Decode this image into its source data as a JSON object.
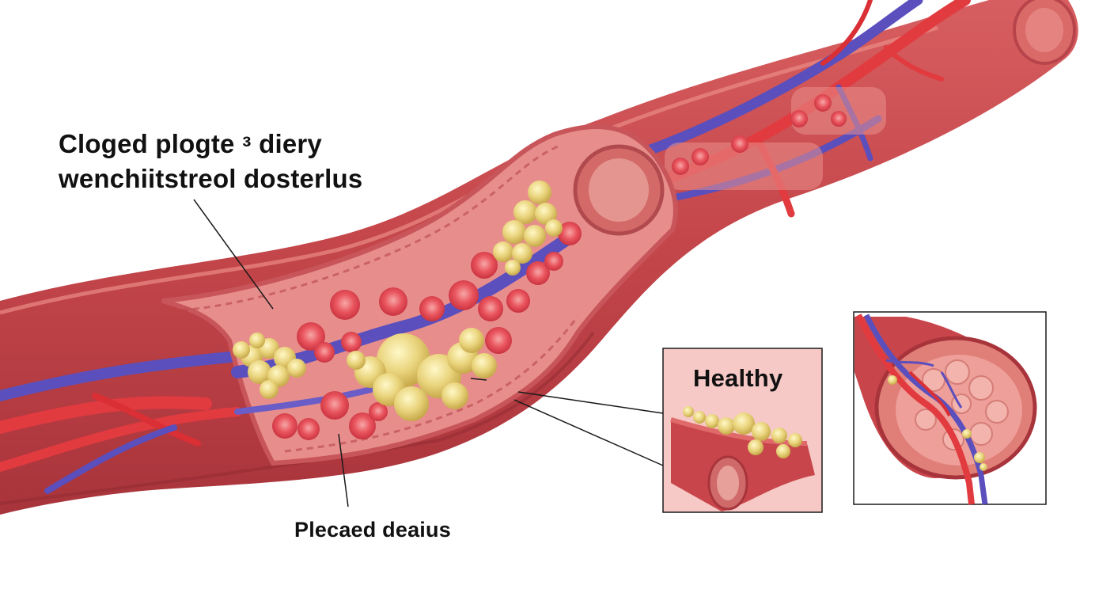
{
  "labels": {
    "title_line_1": "Cloged plogte ᶟ diery",
    "title_line_2": "wenchiitstreol dosterlus",
    "bottom": "Plecaed deaius",
    "healthy_inset": "Healthy"
  },
  "colors": {
    "artery_wall": "#c8464b",
    "artery_highlight": "#e06a6a",
    "artery_inner": "#e98f8c",
    "blood_cell": "#e9545d",
    "plaque": "#e8d27a",
    "vein_blue": "#5a4fbd",
    "inset_background": "#f6c9c6",
    "inset_border": "#1a1a1a"
  }
}
